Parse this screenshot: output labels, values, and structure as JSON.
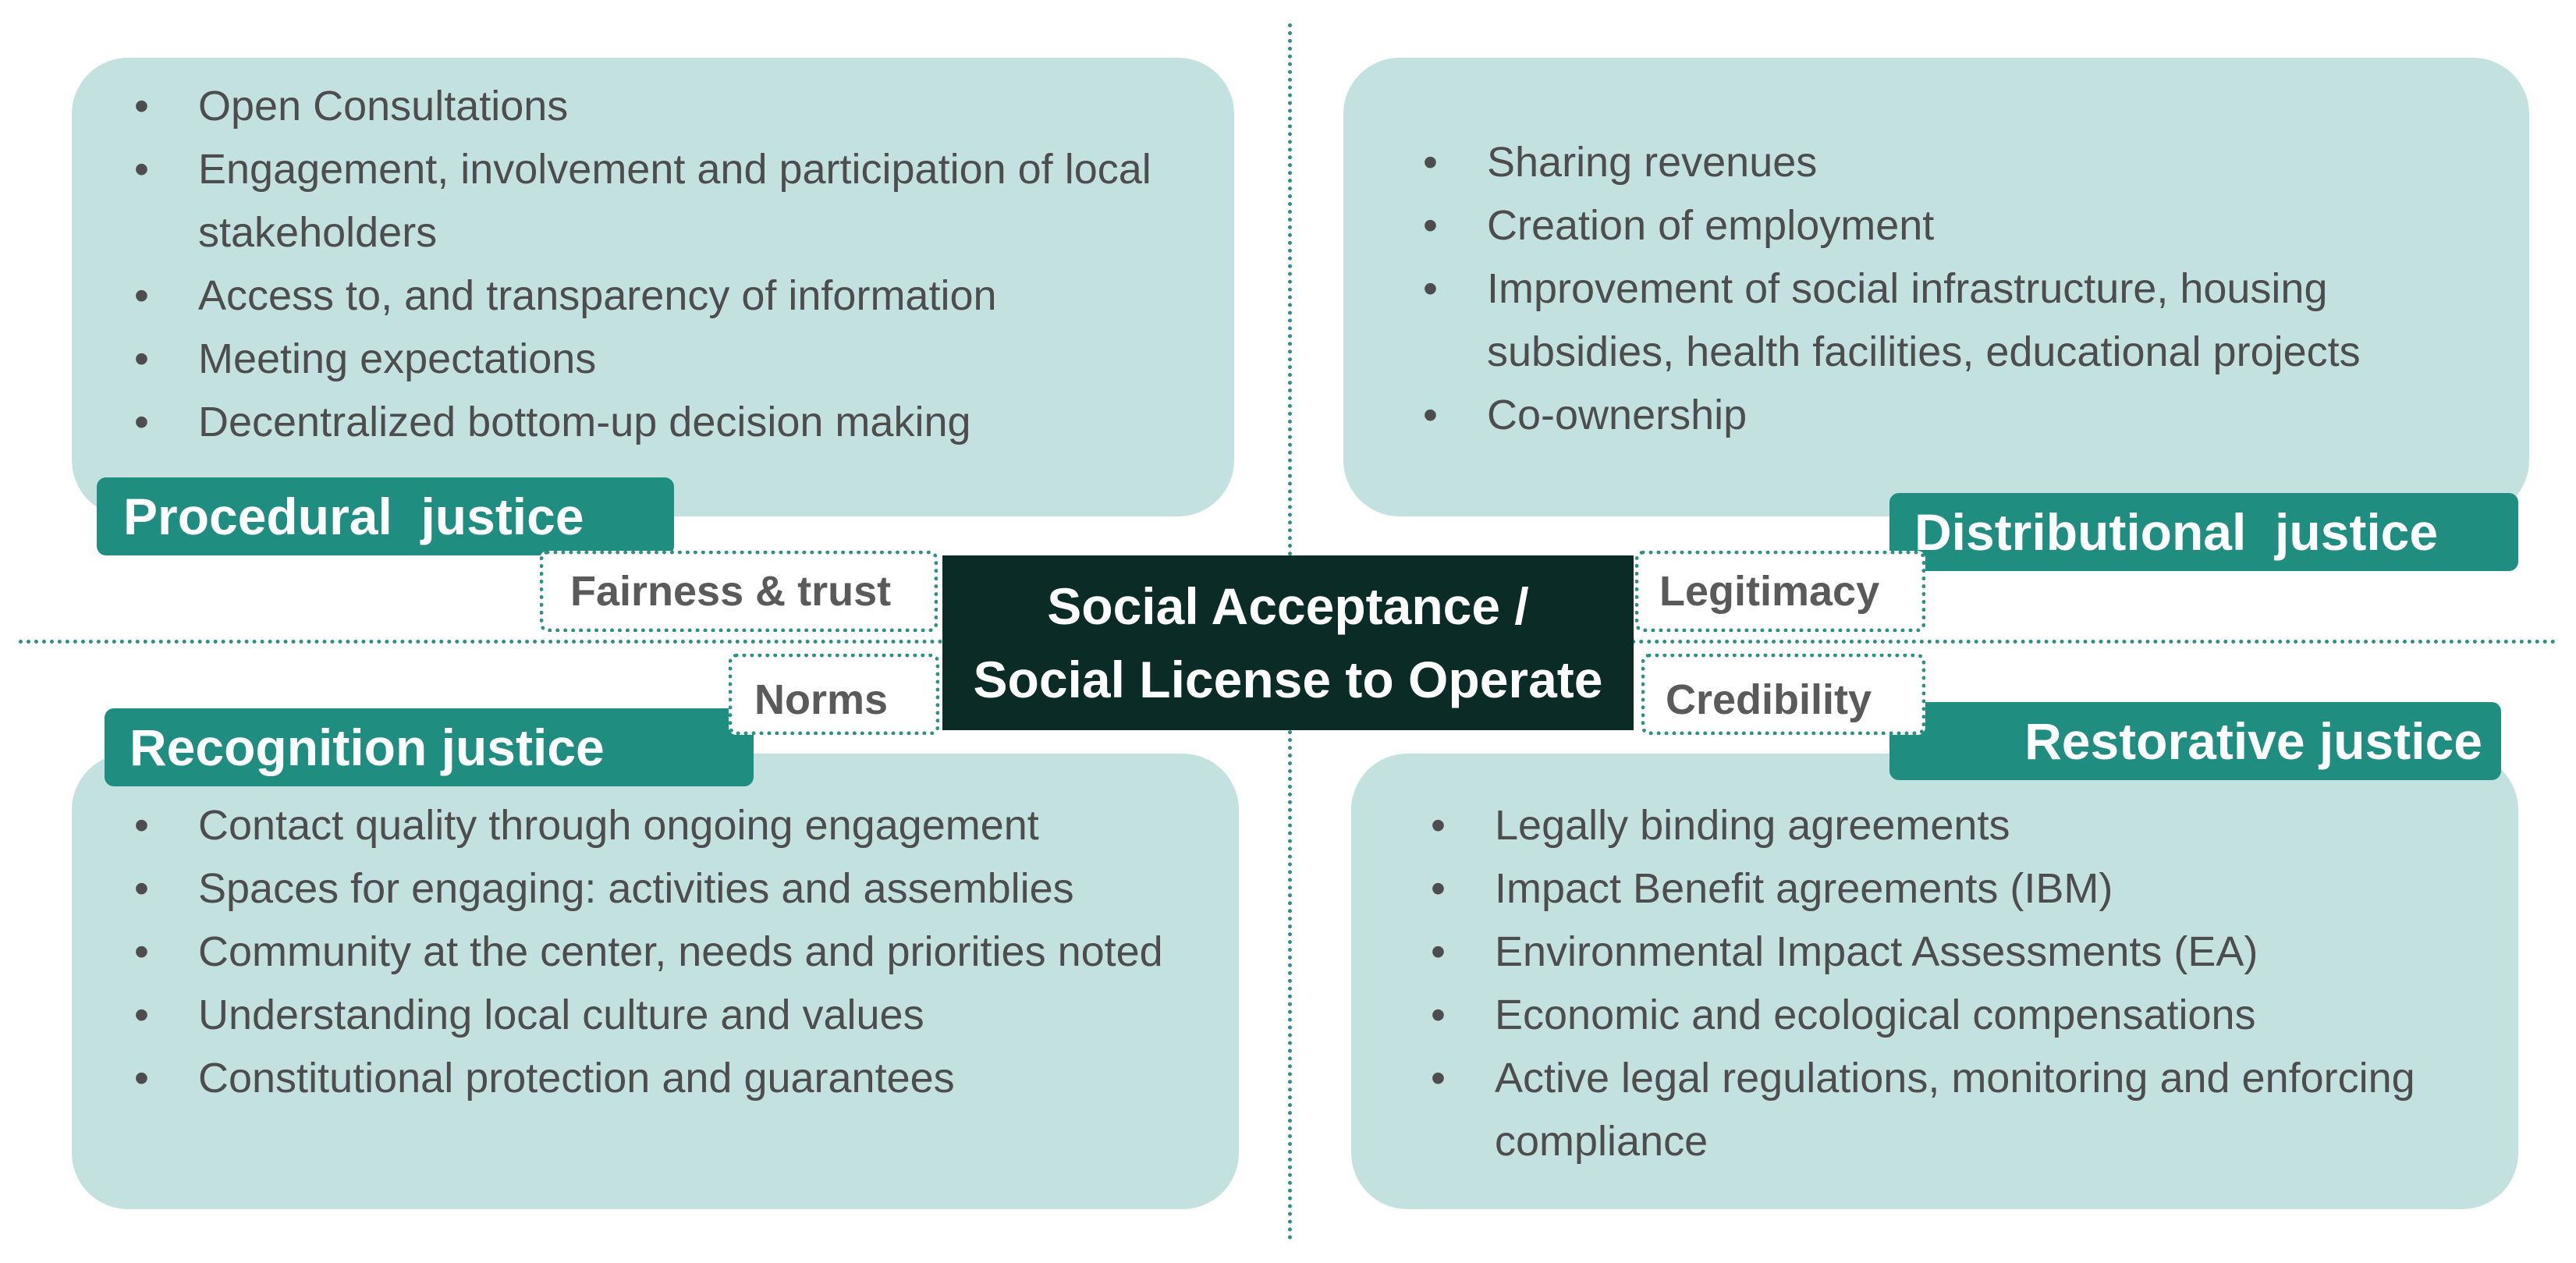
{
  "center": {
    "line1": "Social Acceptance /",
    "line2": "Social License to Operate"
  },
  "labels": {
    "fairness": "Fairness & trust",
    "legitimacy": "Legitimacy",
    "norms": "Norms",
    "credibility": "Credibility"
  },
  "procedural": {
    "title": "Procedural  justice",
    "items": [
      "Open Consultations",
      "Engagement, involvement and participation of local stakeholders",
      "Access to, and transparency of information",
      "Meeting expectations",
      "Decentralized bottom-up decision making"
    ]
  },
  "distributional": {
    "title": "Distributional  justice",
    "items": [
      "Sharing revenues",
      "Creation of employment",
      "Improvement of social infrastructure, housing subsidies, health facilities, educational projects",
      "Co-ownership"
    ]
  },
  "recognition": {
    "title": "Recognition justice",
    "items": [
      "Contact quality through ongoing engagement",
      "Spaces for engaging: activities and assemblies",
      "Community at the center, needs and priorities noted",
      "Understanding local culture and values",
      "Constitutional protection and guarantees"
    ]
  },
  "restorative": {
    "title": "Restorative justice",
    "items": [
      "Legally binding agreements",
      "Impact Benefit agreements (IBM)",
      "Environmental Impact Assessments (EA)",
      "Economic and ecological compensations",
      "Active legal regulations, monitoring and enforcing compliance"
    ]
  },
  "colors": {
    "panel_fill": "#c3e2df",
    "title_tab": "#1f8d80",
    "center_fill": "#0b2b27",
    "divider": "#2e8f86",
    "text": "#4d4d4d"
  }
}
